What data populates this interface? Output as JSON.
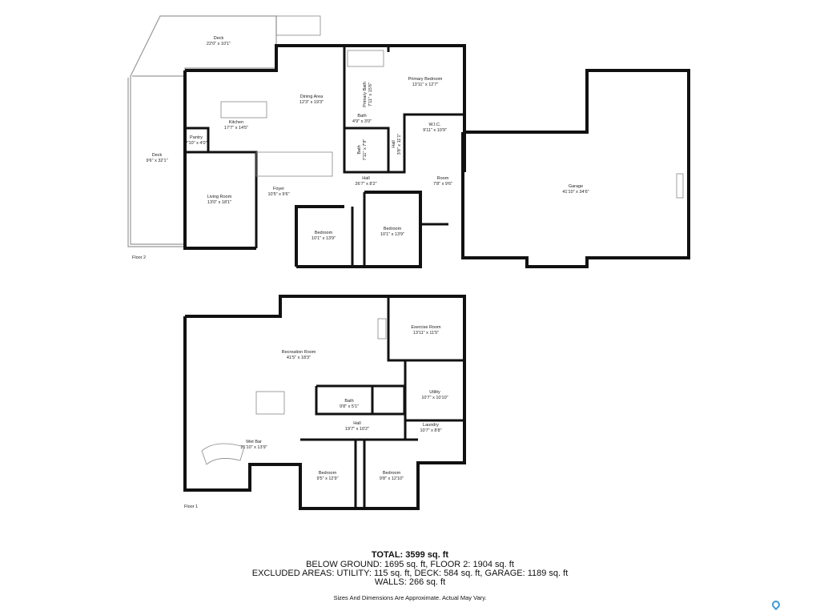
{
  "floor2": {
    "label": "Floor 2",
    "rooms": [
      {
        "name": "Deck",
        "dims": "22'0\" x 10'1\""
      },
      {
        "name": "Deck",
        "dims": "9'6\" x 32'1\""
      },
      {
        "name": "Kitchen",
        "dims": "17'7\" x 14'5\""
      },
      {
        "name": "Pantry",
        "dims": "7'10\" x 4'0\""
      },
      {
        "name": "Dining Area",
        "dims": "12'3\" x 19'3\""
      },
      {
        "name": "Living Room",
        "dims": "13'0\" x 18'1\""
      },
      {
        "name": "Foyer",
        "dims": "10'5\" x 9'6\""
      },
      {
        "name": "Primary Bath",
        "dims": "7'11\" x 15'6\""
      },
      {
        "name": "Bath",
        "dims": "4'9\" x 3'0\""
      },
      {
        "name": "Bath",
        "dims": "7'11\" x 7'9\""
      },
      {
        "name": "Hall",
        "dims": "3'8\" x 11'1\""
      },
      {
        "name": "Primary Bedroom",
        "dims": "13'11\" x 12'7\""
      },
      {
        "name": "W.I.C.",
        "dims": "9'11\" x 10'9\""
      },
      {
        "name": "Hall",
        "dims": "26'7\" x 8'2\""
      },
      {
        "name": "Room",
        "dims": "7'8\" x 9'6\""
      },
      {
        "name": "Bedroom",
        "dims": "10'1\" x 13'9\""
      },
      {
        "name": "Bedroom",
        "dims": "10'1\" x 13'9\""
      },
      {
        "name": "Garage",
        "dims": "41'10\" x 34'6\""
      }
    ]
  },
  "floor1": {
    "label": "Floor 1",
    "rooms": [
      {
        "name": "Recreation Room",
        "dims": "41'5\" x 18'3\""
      },
      {
        "name": "Exercise Room",
        "dims": "13'11\" x 11'5\""
      },
      {
        "name": "Utility",
        "dims": "10'7\" x 10'10\""
      },
      {
        "name": "Bath",
        "dims": "9'8\" x 5'1\""
      },
      {
        "name": "Hall",
        "dims": "19'7\" x 10'2\""
      },
      {
        "name": "Laundry",
        "dims": "10'7\" x 8'8\""
      },
      {
        "name": "Wet Bar",
        "dims": "21'10\" x 13'9\""
      },
      {
        "name": "Bedroom",
        "dims": "9'5\" x 12'9\""
      },
      {
        "name": "Bedroom",
        "dims": "9'8\" x 12'10\""
      }
    ]
  },
  "summary": {
    "total": "TOTAL: 3599 sq. ft",
    "line1": "BELOW GROUND: 1695 sq. ft, FLOOR 2: 1904 sq. ft",
    "line2": "EXCLUDED AREAS: UTILITY: 115 sq. ft, DECK: 584 sq. ft, GARAGE: 1189 sq. ft",
    "line3": "WALLS: 266 sq. ft",
    "note": "Sizes And Dimensions Are Approximate. Actual May Vary."
  },
  "colors": {
    "wall": "#111111",
    "logo": "#3d9ad8"
  },
  "icons": {
    "logo": "map-pin-icon"
  }
}
